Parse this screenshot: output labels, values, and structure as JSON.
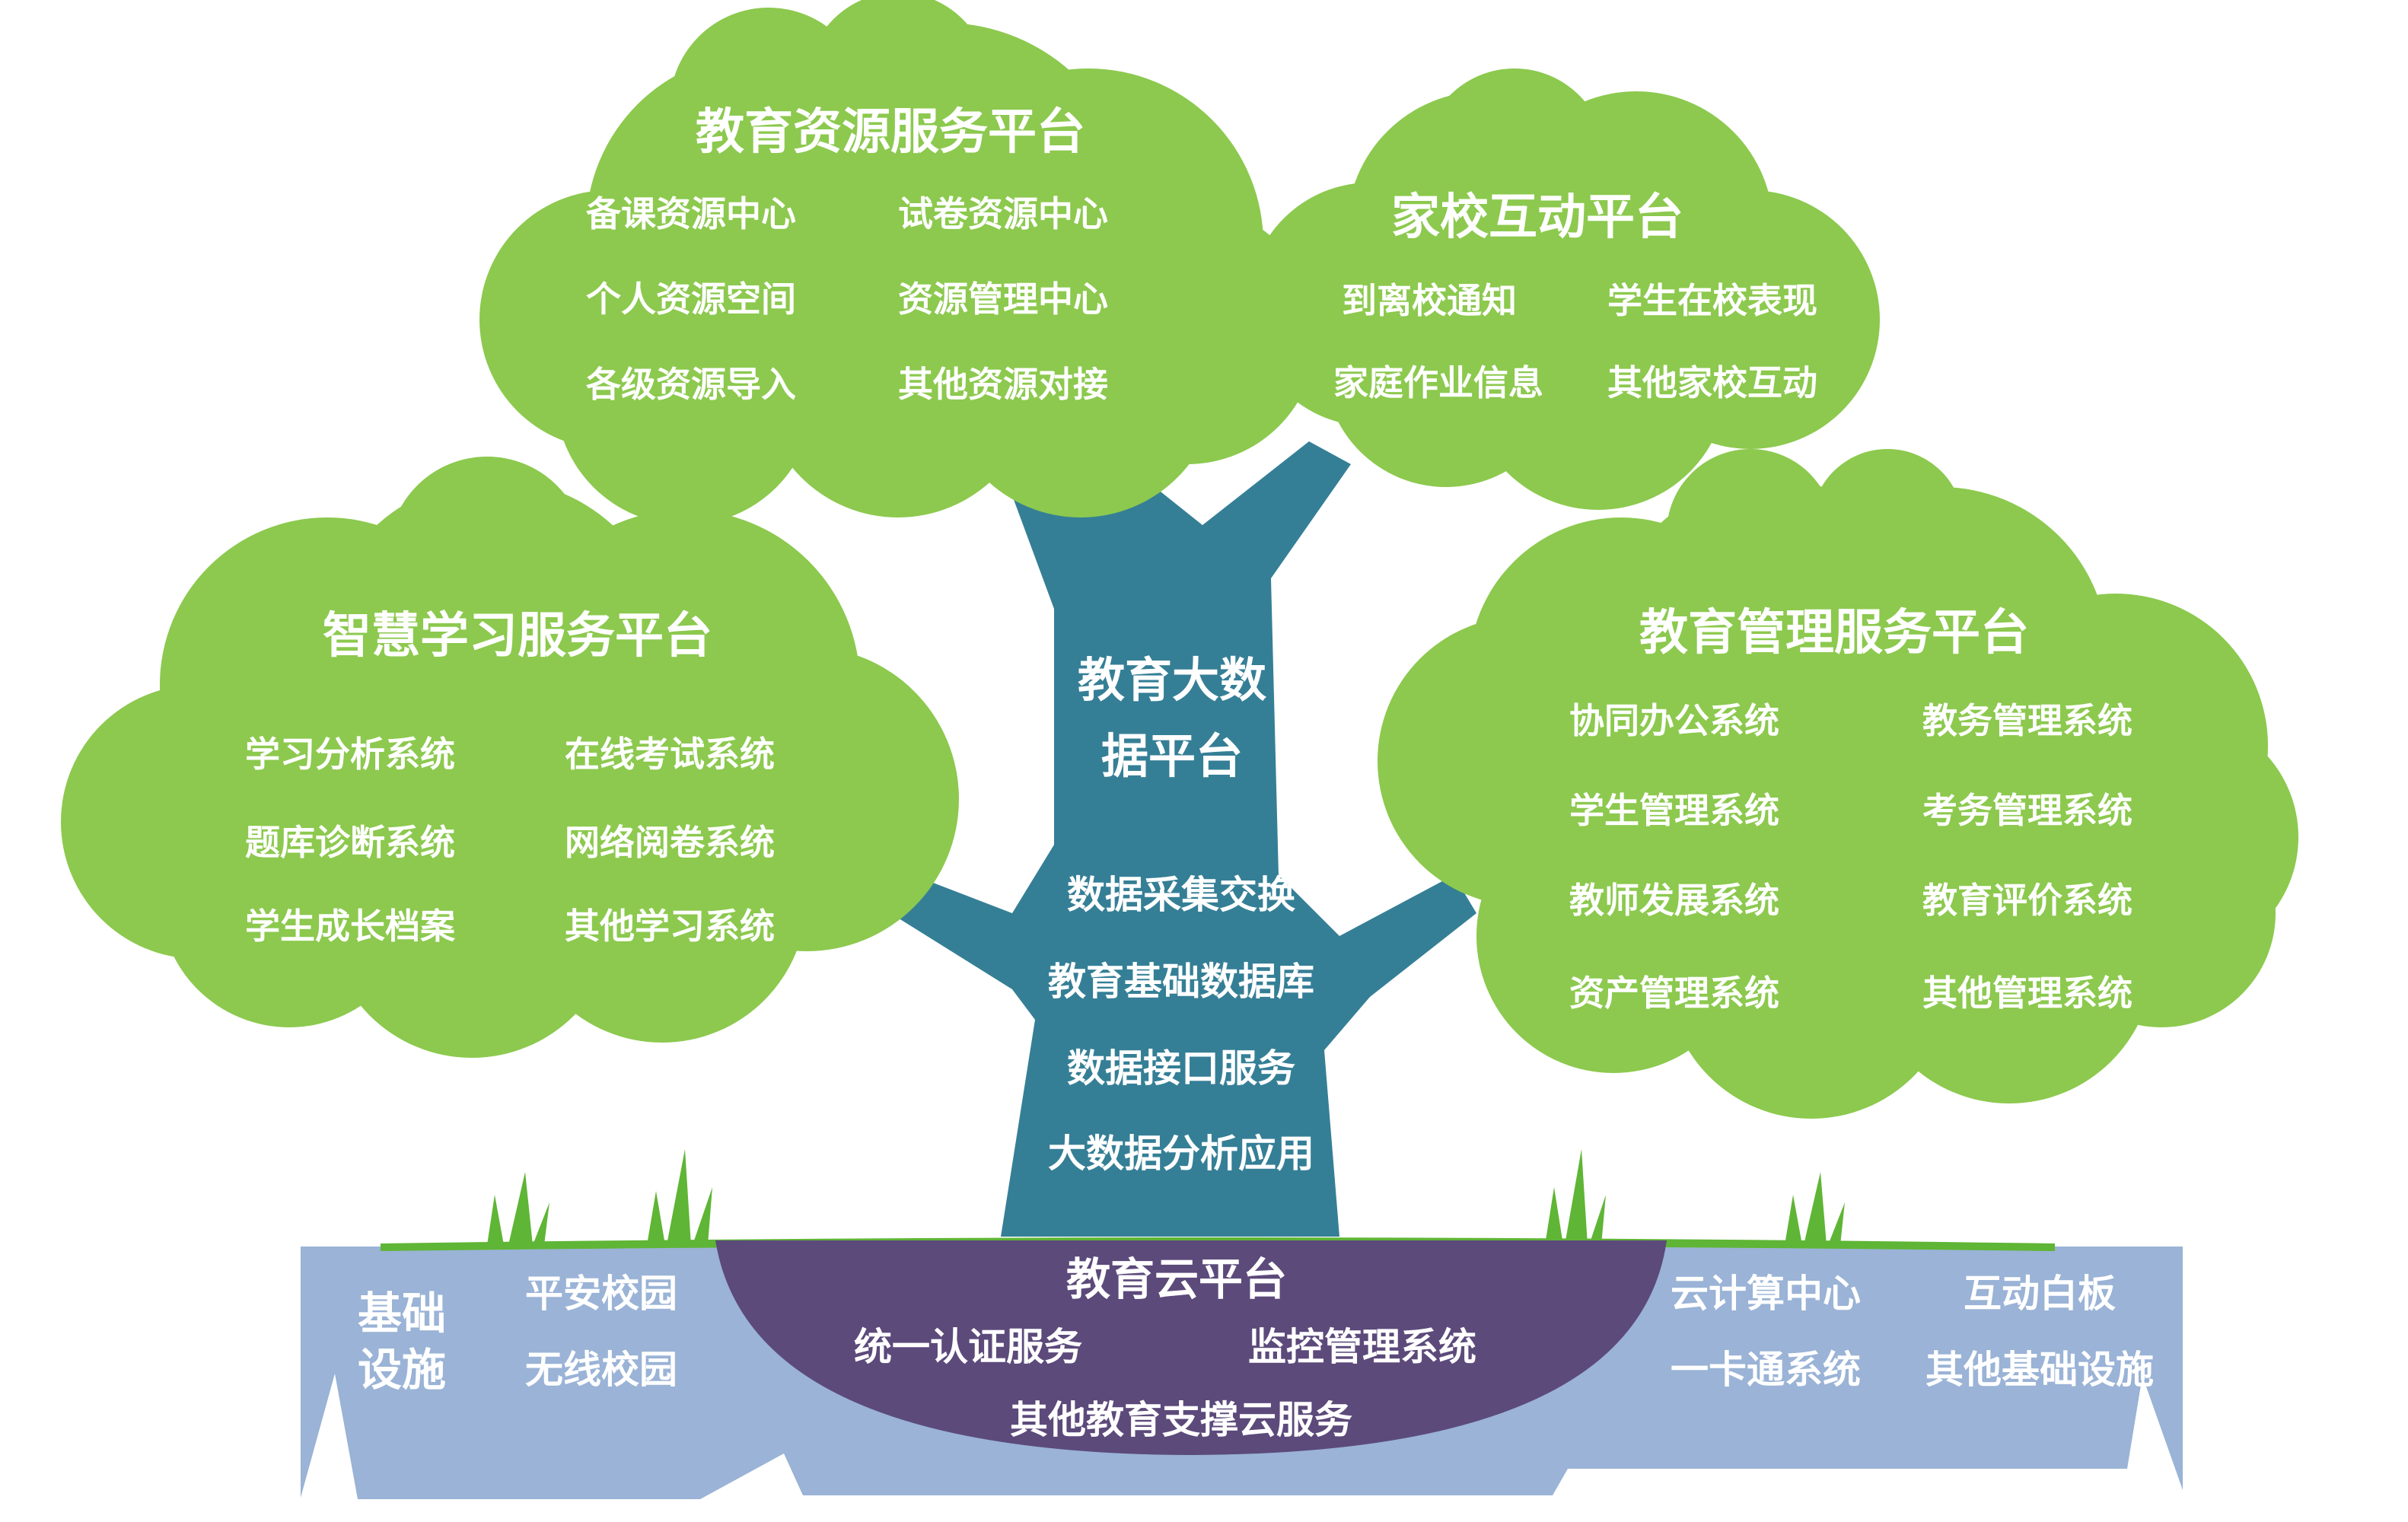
{
  "colors": {
    "canopy": "#8cc94e",
    "trunk": "#357f96",
    "ground": "#9ab3d6",
    "grass": "#5fb535",
    "cloud_dome": "#5c4a7b",
    "text": "#ffffff"
  },
  "platforms": {
    "resource": {
      "title": "教育资源服务平台",
      "items": [
        "备课资源中心",
        "试卷资源中心",
        "个人资源空间",
        "资源管理中心",
        "各级资源导入",
        "其他资源对接"
      ]
    },
    "home_school": {
      "title": "家校互动平台",
      "items": [
        "到离校通知",
        "学生在校表现",
        "家庭作业信息",
        "其他家校互动"
      ]
    },
    "learning": {
      "title": "智慧学习服务平台",
      "items": [
        "学习分析系统",
        "在线考试系统",
        "题库诊断系统",
        "网络阅卷系统",
        "学生成长档案",
        "其他学习系统"
      ]
    },
    "management": {
      "title": "教育管理服务平台",
      "items": [
        "协同办公系统",
        "教务管理系统",
        "学生管理系统",
        "考务管理系统",
        "教师发展系统",
        "教育评价系统",
        "资产管理系统",
        "其他管理系统"
      ]
    }
  },
  "bigdata": {
    "title_line1": "教育大数",
    "title_line2": "据平台",
    "items": [
      "数据采集交换",
      "教育基础数据库",
      "数据接口服务",
      "大数据分析应用"
    ]
  },
  "cloud": {
    "title": "教育云平台",
    "items": [
      "统一认证服务",
      "监控管理系统",
      "其他教育支撑云服务"
    ]
  },
  "infrastructure": {
    "title_line1": "基础",
    "title_line2": "设施",
    "items": [
      "平安校园",
      "无线校园",
      "云计算中心",
      "一卡通系统",
      "互动白板",
      "其他基础设施"
    ]
  }
}
